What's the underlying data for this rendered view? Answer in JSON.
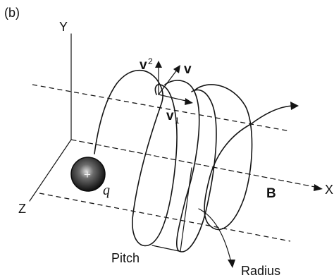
{
  "figure": {
    "panel_label": "(b)",
    "axes": {
      "y_label": "Y",
      "x_label": "X",
      "z_label": "Z"
    },
    "charge": {
      "label": "q",
      "sign": "+"
    },
    "vectors": {
      "v_label": "v",
      "v1_label": "v",
      "v1_sub": "1",
      "v2_label": "v",
      "v2_sub": "2"
    },
    "field": {
      "label": "B"
    },
    "annotations": {
      "pitch": "Pitch",
      "radius": "Radius"
    }
  }
}
